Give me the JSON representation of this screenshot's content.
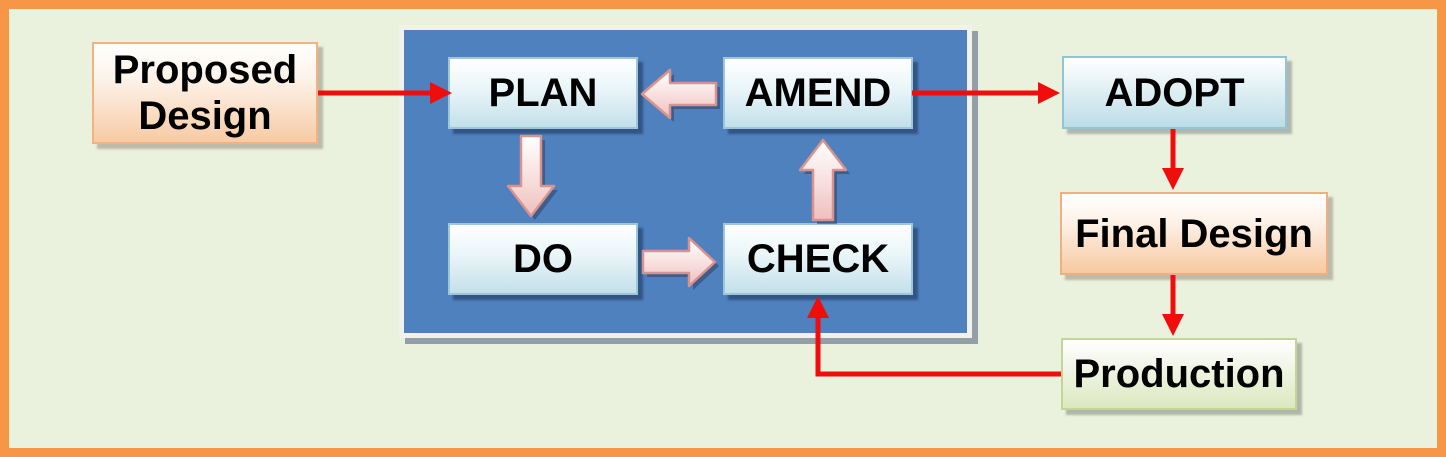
{
  "diagram": {
    "palette": {
      "background": "#EAF1DC",
      "frame": "#F79646",
      "panel_blue": "#4E81BD",
      "connector_red": "#F20D0D",
      "block_arrow_fill_top": "#FFFFFF",
      "block_arrow_fill_bottom": "#EFBFBE",
      "block_arrow_stroke": "#D9928E",
      "blue_box_border": "#9DC6D6",
      "orange_box_border": "#EEB082",
      "green_box_border": "#C3D698"
    },
    "nodes": {
      "proposed_design": {
        "label": "Proposed Design"
      },
      "plan": {
        "label": "PLAN"
      },
      "amend": {
        "label": "AMEND"
      },
      "do": {
        "label": "DO"
      },
      "check": {
        "label": "CHECK"
      },
      "adopt": {
        "label": "ADOPT"
      },
      "final_design": {
        "label": "Final Design"
      },
      "production": {
        "label": "Production"
      }
    },
    "edges": [
      {
        "from": "Proposed Design",
        "to": "PLAN",
        "style": "red-arrow"
      },
      {
        "from": "PLAN",
        "to": "DO",
        "style": "block-arrow"
      },
      {
        "from": "DO",
        "to": "CHECK",
        "style": "block-arrow"
      },
      {
        "from": "CHECK",
        "to": "AMEND",
        "style": "block-arrow"
      },
      {
        "from": "AMEND",
        "to": "PLAN",
        "style": "block-arrow"
      },
      {
        "from": "AMEND",
        "to": "ADOPT",
        "style": "red-arrow"
      },
      {
        "from": "ADOPT",
        "to": "Final Design",
        "style": "red-arrow"
      },
      {
        "from": "Final Design",
        "to": "Production",
        "style": "red-arrow"
      },
      {
        "from": "Production",
        "to": "CHECK",
        "style": "red-arrow"
      }
    ]
  }
}
